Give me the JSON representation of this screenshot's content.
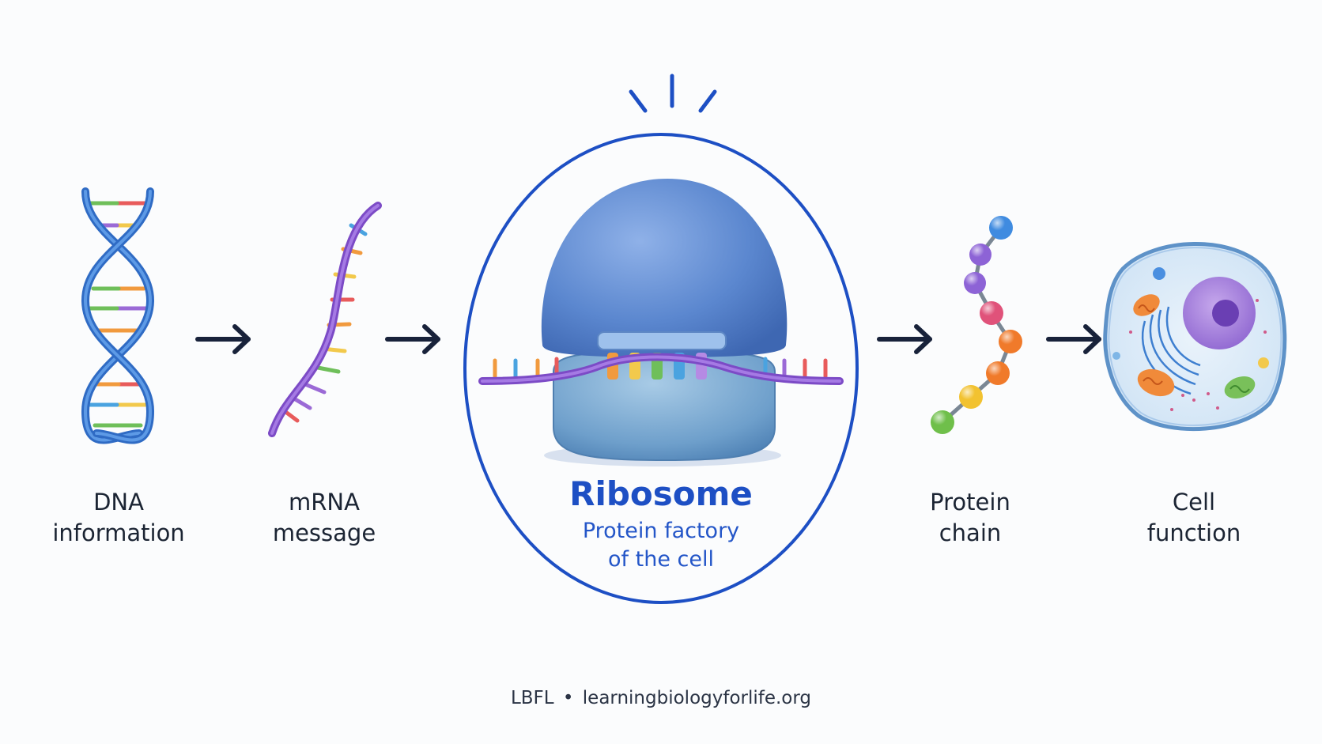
{
  "steps": {
    "dna": {
      "line1": "DNA",
      "line2": "information"
    },
    "mrna": {
      "line1": "mRNA",
      "line2": "message"
    },
    "ribosome": {
      "title": "Ribosome",
      "sub1": "Protein factory",
      "sub2": "of the cell"
    },
    "protein": {
      "line1": "Protein",
      "line2": "chain"
    },
    "cell": {
      "line1": "Cell",
      "line2": "function"
    }
  },
  "footer": {
    "brand": "LBFL",
    "separator": "•",
    "url": "learningbiologyforlife.org"
  },
  "colors": {
    "accent": "#1d4fc4",
    "arrow": "#18223a",
    "ribosome_body": "#5b87cf",
    "mrna": "#8a5bd1",
    "dna_strand": "#3f7fd6",
    "bases": [
      "#e85b5b",
      "#f19a3e",
      "#f2c94c",
      "#6fbf5a",
      "#4aa3e0",
      "#9b6ad6"
    ]
  },
  "icons": [
    "dna-helix-icon",
    "mrna-strand-icon",
    "ribosome-icon",
    "protein-chain-icon",
    "cell-icon",
    "arrow-right-icon"
  ]
}
